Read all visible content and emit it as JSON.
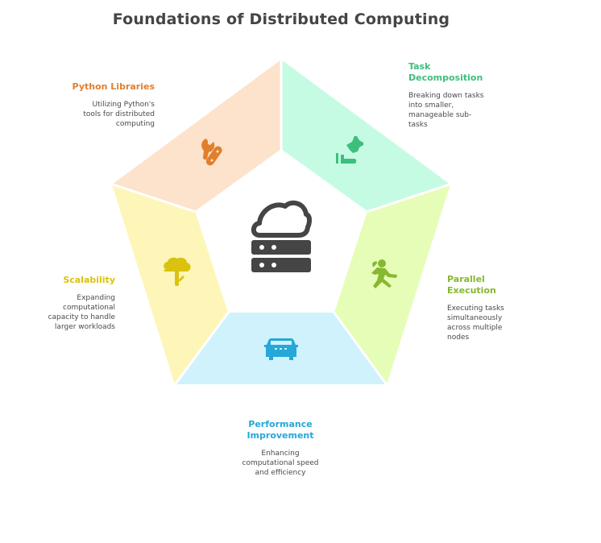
{
  "title": "Foundations of Distributed Computing",
  "center": {
    "icon": "cloud-server-icon",
    "color": "#454545"
  },
  "segments": [
    {
      "id": "python-libraries",
      "heading": "Python Libraries",
      "description": [
        "Utilizing Python's",
        "tools for distributed",
        "computing"
      ],
      "icon": "tools-icon",
      "fill": "#fde2cc",
      "accent": "#e07f2e"
    },
    {
      "id": "task-decomposition",
      "heading": [
        "Task",
        "Decomposition"
      ],
      "description": [
        "Breaking down tasks",
        "into smaller,",
        "manageable sub-",
        "tasks"
      ],
      "icon": "puzzle-hand-icon",
      "fill": "#c6fbe3",
      "accent": "#3dbf7c"
    },
    {
      "id": "parallel-execution",
      "heading": [
        "Parallel",
        "Execution"
      ],
      "description": [
        "Executing tasks",
        "simultaneously",
        "across multiple",
        "nodes"
      ],
      "icon": "runner-icon",
      "fill": "#e6fdb7",
      "accent": "#86b830"
    },
    {
      "id": "performance-improvement",
      "heading": [
        "Performance",
        "Improvement"
      ],
      "description": [
        "Enhancing",
        "computational speed",
        "and efficiency"
      ],
      "icon": "car-icon",
      "fill": "#cff2fd",
      "accent": "#25a8d8"
    },
    {
      "id": "scalability",
      "heading": "Scalability",
      "description": [
        "Expanding",
        "computational",
        "capacity to handle",
        "larger workloads"
      ],
      "icon": "tree-icon",
      "fill": "#fdf6b8",
      "accent": "#dbc20f"
    }
  ]
}
